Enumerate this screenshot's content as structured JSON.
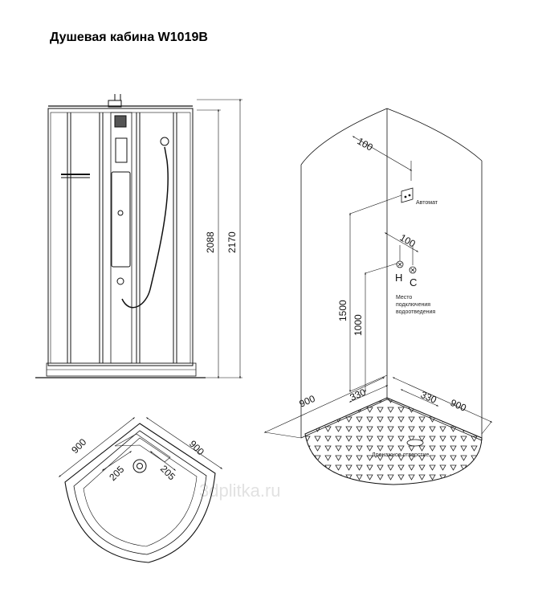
{
  "title": "Душевая кабина W1019B",
  "front_view": {
    "dim_inner_height": "2088",
    "dim_total_height": "2170"
  },
  "iso_view": {
    "dim_top_offset": "100",
    "label_automat": "Автомат",
    "dim_pipe_offset": "100",
    "label_hot": "H",
    "label_cold": "C",
    "label_drain_place": [
      "Место",
      "подключения",
      "водоотведения"
    ],
    "dim_height_1500": "1500",
    "dim_height_1000": "1000",
    "dim_left_width": "900",
    "dim_left_drain": "330",
    "dim_right_drain": "330",
    "dim_right_width": "900",
    "label_drain_hole": "Дренажное отверстие"
  },
  "top_view": {
    "dim_left_width": "900",
    "dim_right_width": "900",
    "dim_left_offset": "205",
    "dim_right_offset": "205"
  },
  "watermark": "3dplitka.ru"
}
